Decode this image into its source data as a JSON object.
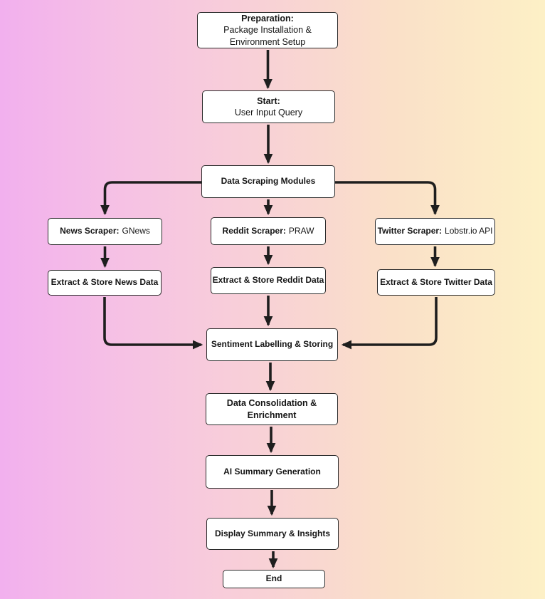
{
  "diagram": {
    "type": "flowchart",
    "colors": {
      "bg_left": "#f2b0ee",
      "bg_mid1": "#f6c3e3",
      "bg_mid2": "#f8cfd8",
      "bg_mid3": "#fae0c8",
      "bg_right": "#fdf0c6",
      "line": "#1e1e1e",
      "box_fill": "#ffffff",
      "box_border": "#2b2b2b",
      "text": "#151515"
    },
    "nodes": {
      "preparation": {
        "bold": "Preparation:",
        "text": "Package Installation & Environment Setup"
      },
      "start": {
        "bold": "Start:",
        "text": "User Input Query"
      },
      "scraping": {
        "bold": "Data Scraping Modules"
      },
      "news": {
        "bold": "News Scraper:",
        "rest": "GNews"
      },
      "reddit": {
        "bold": "Reddit Scraper:",
        "rest": "PRAW"
      },
      "twitter": {
        "bold": "Twitter Scraper:",
        "rest": "Lobstr.io API"
      },
      "news_extract": {
        "bold": "Extract & Store News Data"
      },
      "reddit_extract": {
        "bold": "Extract & Store Reddit Data"
      },
      "twitter_extract": {
        "bold": "Extract & Store Twitter Data"
      },
      "sentiment": {
        "bold": "Sentiment Labelling & Storing"
      },
      "consolidation": {
        "bold": "Data Consolidation & Enrichment"
      },
      "ai_summary": {
        "bold": "AI Summary Generation"
      },
      "display": {
        "bold": "Display Summary & Insights"
      },
      "end": {
        "bold": "End"
      }
    },
    "edges": [
      {
        "from": "preparation",
        "to": "start"
      },
      {
        "from": "start",
        "to": "scraping"
      },
      {
        "from": "scraping",
        "to": "news"
      },
      {
        "from": "scraping",
        "to": "reddit"
      },
      {
        "from": "scraping",
        "to": "twitter"
      },
      {
        "from": "news",
        "to": "news_extract"
      },
      {
        "from": "reddit",
        "to": "reddit_extract"
      },
      {
        "from": "twitter",
        "to": "twitter_extract"
      },
      {
        "from": "news_extract",
        "to": "sentiment"
      },
      {
        "from": "reddit_extract",
        "to": "sentiment"
      },
      {
        "from": "twitter_extract",
        "to": "sentiment"
      },
      {
        "from": "sentiment",
        "to": "consolidation"
      },
      {
        "from": "consolidation",
        "to": "ai_summary"
      },
      {
        "from": "ai_summary",
        "to": "display"
      },
      {
        "from": "display",
        "to": "end"
      }
    ]
  }
}
